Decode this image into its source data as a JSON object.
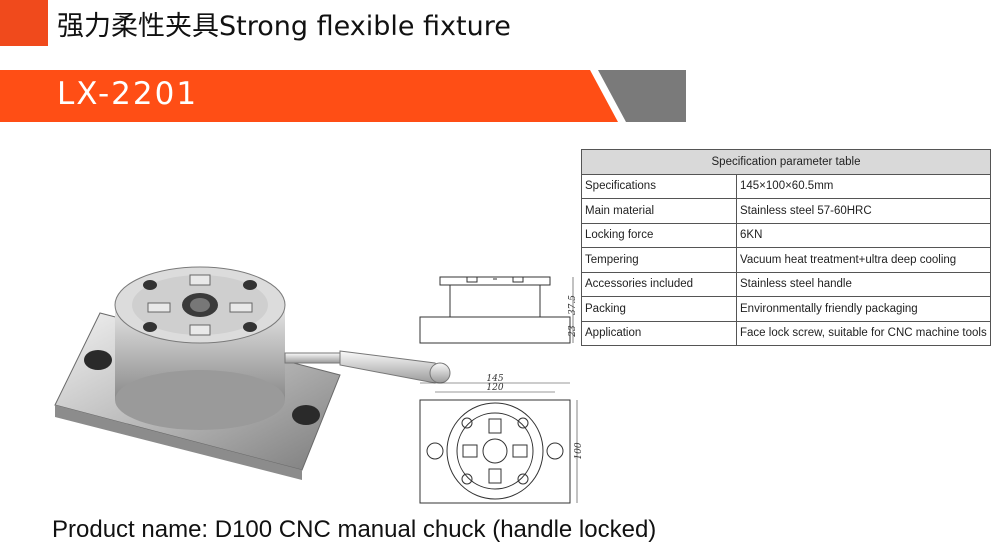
{
  "header": {
    "title": "强力柔性夹具Strong flexible fixture",
    "accent_color": "#f04a1c"
  },
  "banner": {
    "model": "LX-2201",
    "color": "#ff4e15",
    "stripe_color": "#7a7a7a"
  },
  "spec_table": {
    "title": "Specification parameter table",
    "rows": [
      {
        "key": "Specifications",
        "value": "145×100×60.5mm"
      },
      {
        "key": "Main material",
        "value": "Stainless steel 57-60HRC"
      },
      {
        "key": "Locking force",
        "value": "6KN"
      },
      {
        "key": "Tempering",
        "value": "Vacuum heat treatment+ultra deep cooling"
      },
      {
        "key": "Accessories included",
        "value": "Stainless steel handle"
      },
      {
        "key": "Packing",
        "value": "Environmentally friendly packaging"
      },
      {
        "key": "Application",
        "value": "Face lock screw, suitable for CNC machine tools"
      }
    ]
  },
  "drawing": {
    "dim_height_upper": "37.5",
    "dim_height_lower": "23",
    "dim_width_overall": "145",
    "dim_width_inner": "120",
    "dim_depth": "100"
  },
  "footer": {
    "product_name": "Product name: D100 CNC manual chuck (handle locked)"
  }
}
